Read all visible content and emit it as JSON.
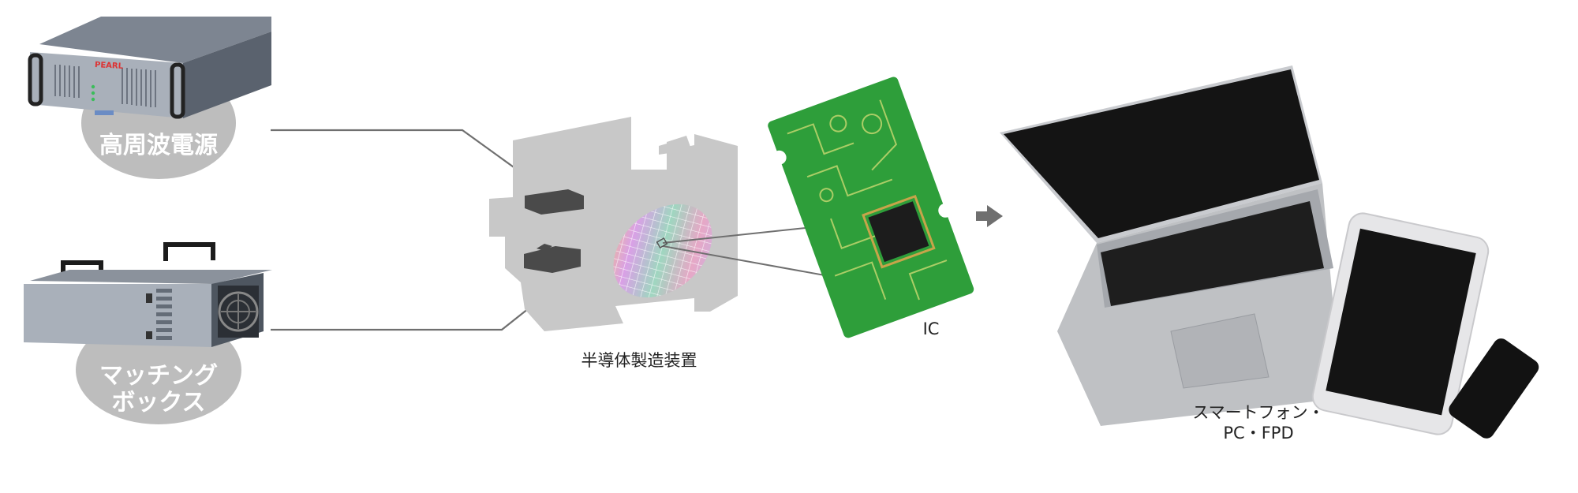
{
  "rf_power_supply": {
    "label": "高周波電源",
    "brand": "PEARL"
  },
  "matching_box": {
    "label": "マッチング\nボックス"
  },
  "equipment": {
    "label": "半導体製造装置"
  },
  "pcb": {
    "label": "IC"
  },
  "devices": {
    "label": "スマートフォン・\nPC・FPD"
  },
  "icons": {
    "arrow": "right-arrow-icon",
    "fan": "fan-icon"
  },
  "colors": {
    "disc": "#bdbdbd",
    "machine_silhouette": "#c8c8c8",
    "chamber_part": "#4a4a4a",
    "pcb_green": "#2e9e3a",
    "laptop_silver": "#bfc1c4",
    "screen_black": "#111111",
    "connector_line": "#6f6f6f"
  }
}
